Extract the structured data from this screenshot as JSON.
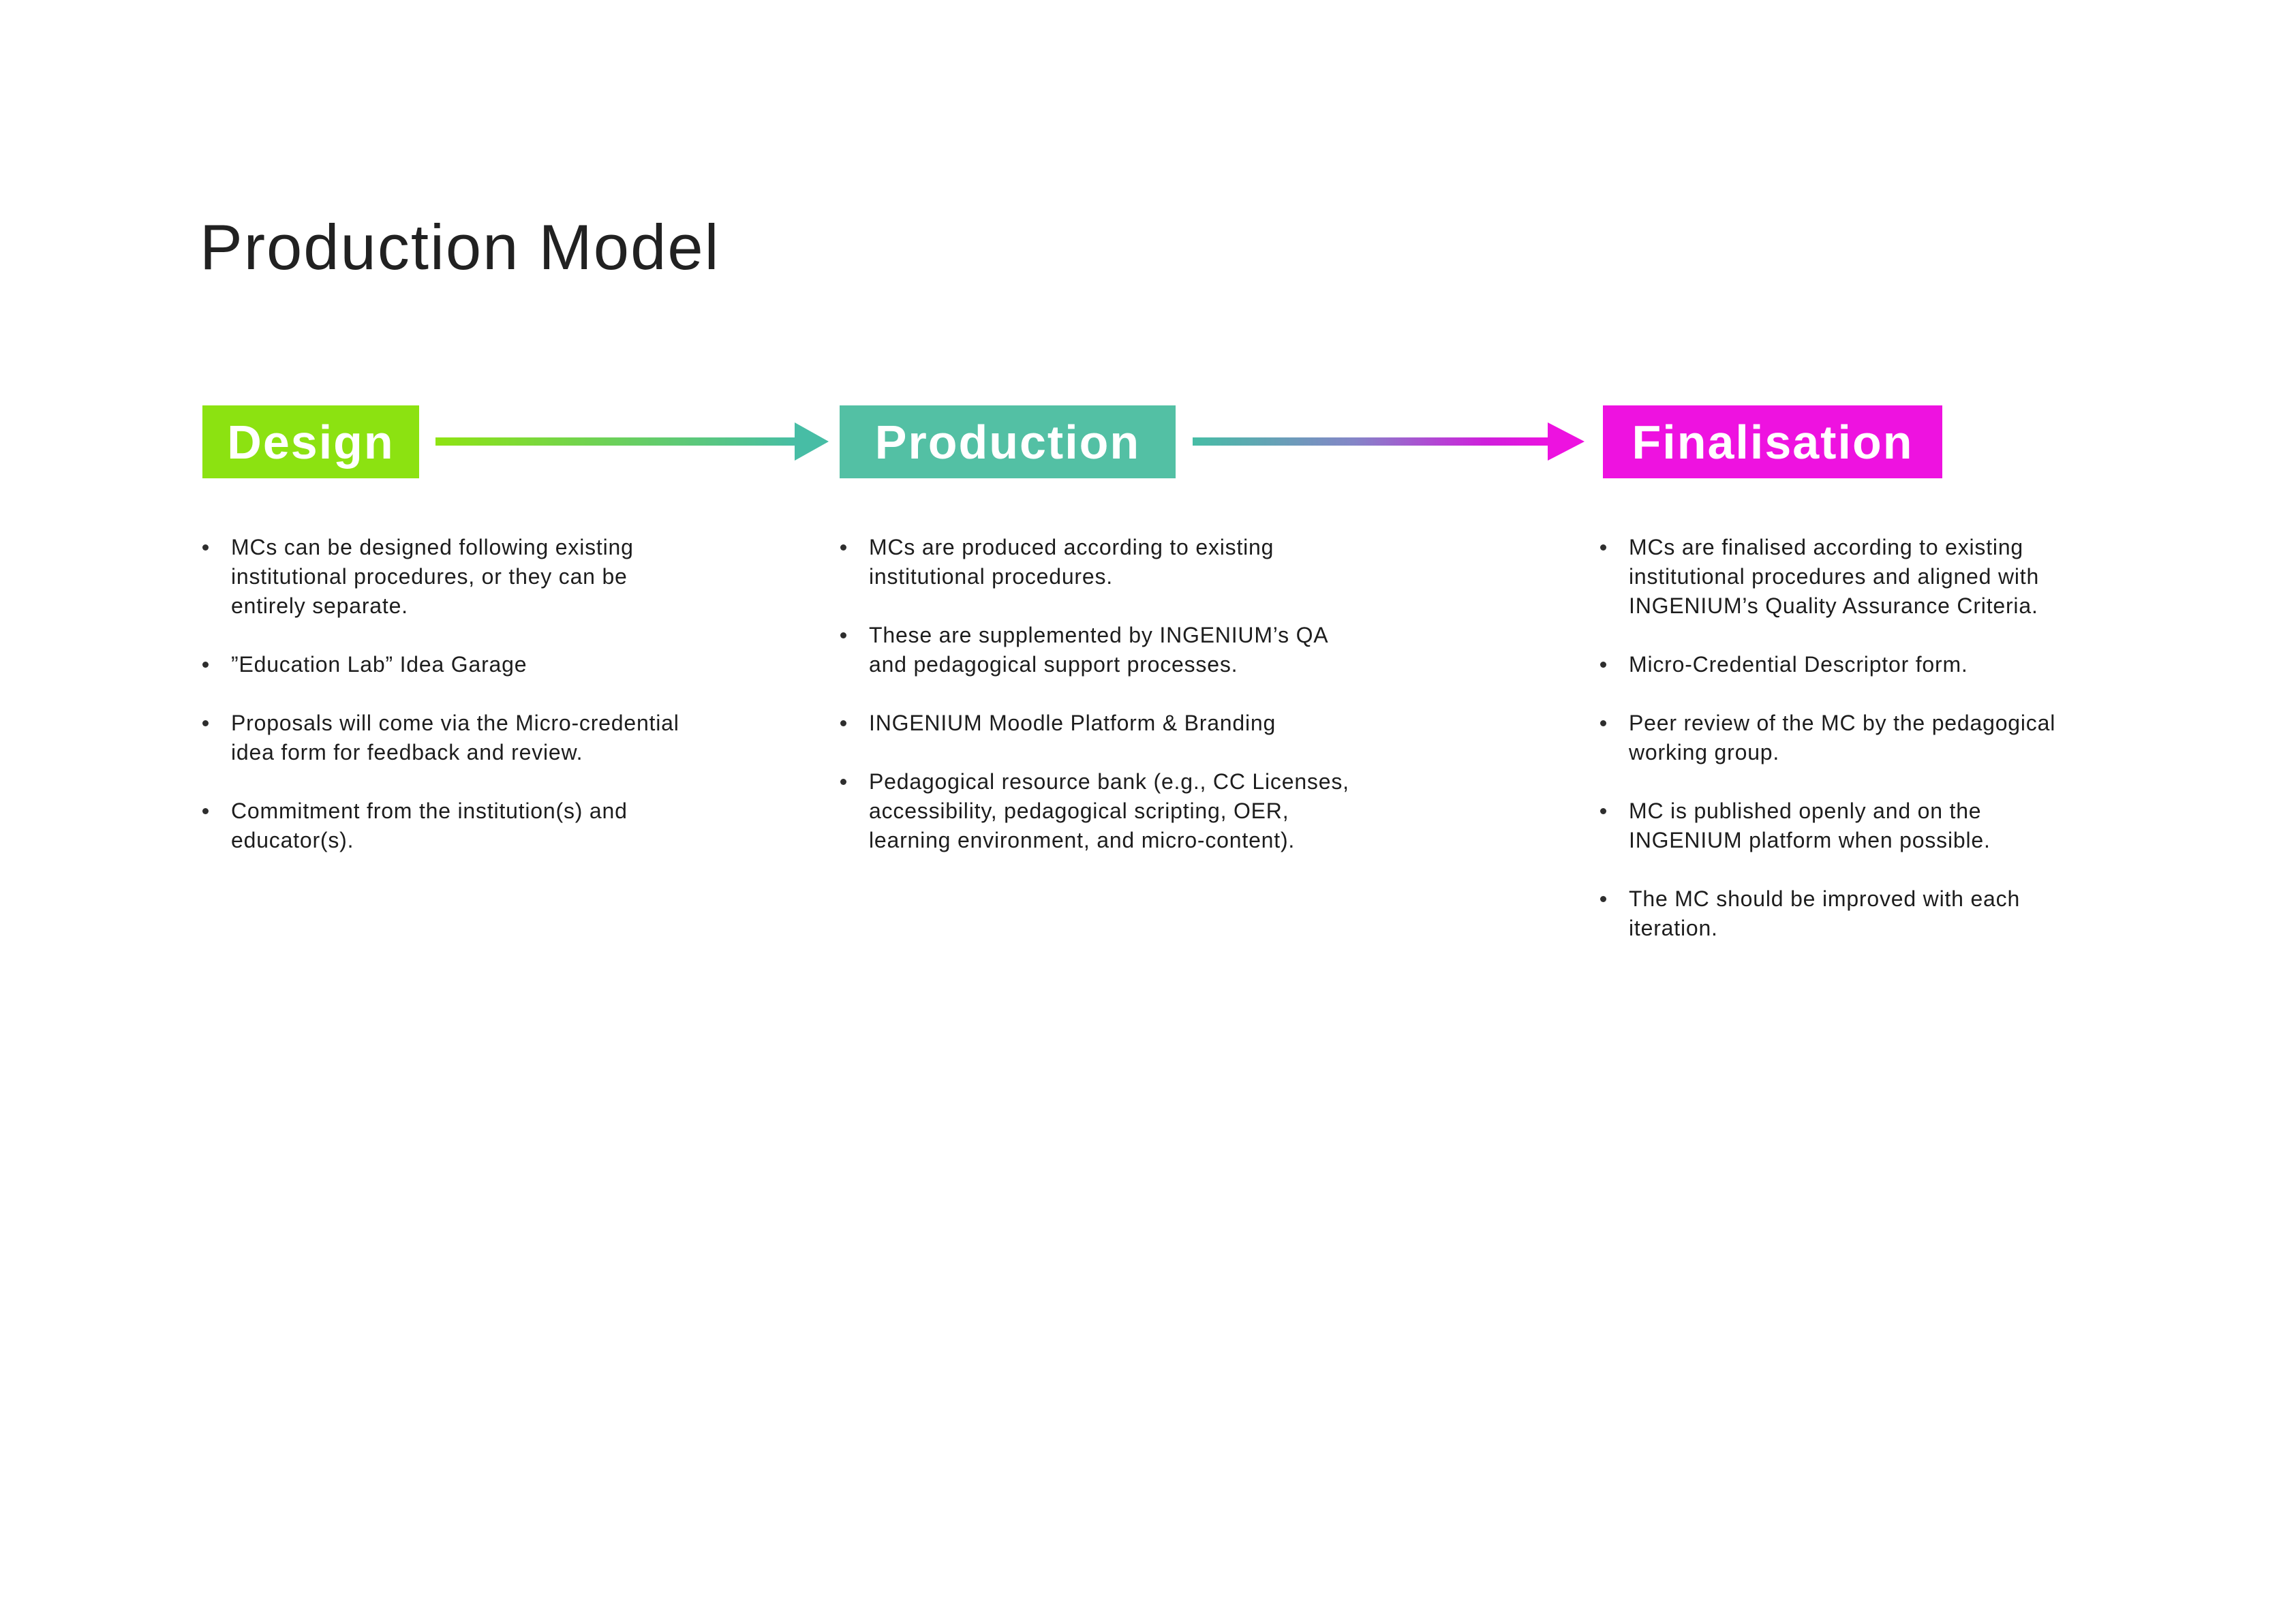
{
  "title": "Production Model",
  "background_color": "#FFFFFF",
  "stages": [
    {
      "label": "Design",
      "color": "#8CE211"
    },
    {
      "label": "Production",
      "color": "#53C0A4"
    },
    {
      "label": "Finalisation",
      "color": "#EE12E0"
    }
  ],
  "arrows": [
    {
      "name": "design-to-production",
      "stops": [
        "#8FE312",
        "#47BDA5"
      ],
      "head": "#47BDA5"
    },
    {
      "name": "production-to-finalisation",
      "stops": [
        "#47BDA5",
        "#8486C7",
        "#CF1FDB",
        "#ED12E0"
      ],
      "head": "#ED12E0"
    }
  ],
  "columns": [
    {
      "stage": "Design",
      "bullets": [
        "MCs can be designed following existing\ninstitutional procedures, or they can be\nentirely separate.",
        "”Education Lab” Idea Garage",
        "Proposals will come via the Micro-credential\nidea form for feedback and review.",
        "Commitment from the institution(s) and\neducator(s)."
      ]
    },
    {
      "stage": "Production",
      "bullets": [
        "MCs are produced according to existing\ninstitutional procedures.",
        "These are supplemented by INGENIUM’s QA\nand pedagogical support processes.",
        "INGENIUM Moodle Platform & Branding",
        "Pedagogical resource bank (e.g., CC Licenses,\naccessibility, pedagogical scripting, OER,\nlearning environment, and micro-content)."
      ]
    },
    {
      "stage": "Finalisation",
      "bullets": [
        "MCs are finalised according to existing\ninstitutional procedures and aligned with\nINGENIUM’s Quality Assurance Criteria.",
        "Micro-Credential Descriptor form.",
        "Peer review of the MC by the pedagogical\nworking group.",
        "MC is published openly and on the\nINGENIUM platform when possible.",
        "The MC should be improved with each\niteration."
      ]
    }
  ]
}
